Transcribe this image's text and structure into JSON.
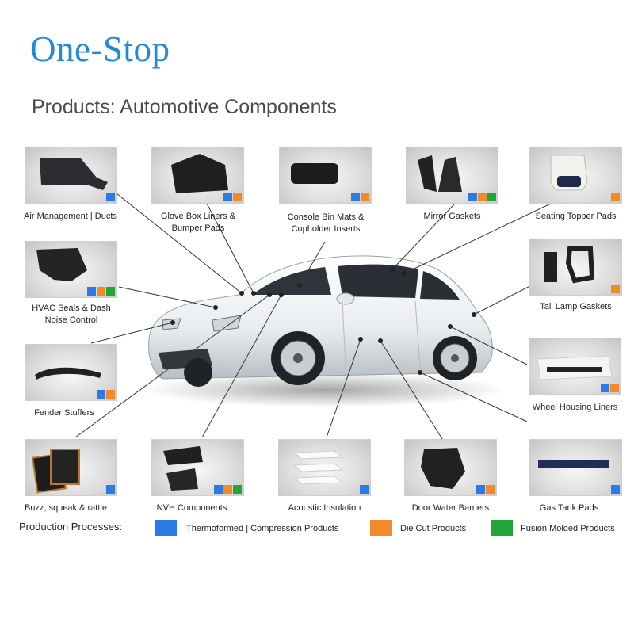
{
  "logo": "One-Stop",
  "heading": "Products: Automotive Components",
  "colors": {
    "thermoformed": "#2b7ae6",
    "die_cut": "#f28a25",
    "fusion": "#22a63a"
  },
  "products": [
    {
      "id": "air",
      "label": "Air Management | Ducts",
      "processes": [
        "thermoformed"
      ]
    },
    {
      "id": "glove",
      "label": "Glove Box Liners & Bumper Pads",
      "processes": [
        "thermoformed",
        "die_cut"
      ]
    },
    {
      "id": "console",
      "label": "Console Bin Mats & Cupholder Inserts",
      "processes": [
        "thermoformed",
        "die_cut"
      ]
    },
    {
      "id": "mirror",
      "label": "Mirror Gaskets",
      "processes": [
        "thermoformed",
        "die_cut",
        "fusion"
      ]
    },
    {
      "id": "seating",
      "label": "Seating Topper Pads",
      "processes": [
        "die_cut"
      ]
    },
    {
      "id": "hvac",
      "label": "HVAC Seals & Dash Noise Control",
      "processes": [
        "thermoformed",
        "die_cut",
        "fusion"
      ]
    },
    {
      "id": "taillamp",
      "label": "Tail Lamp Gaskets",
      "processes": [
        "die_cut"
      ]
    },
    {
      "id": "fender",
      "label": "Fender Stuffers",
      "processes": [
        "thermoformed",
        "die_cut"
      ]
    },
    {
      "id": "wheel",
      "label": "Wheel Housing Liners",
      "processes": [
        "thermoformed",
        "die_cut"
      ]
    },
    {
      "id": "buzz",
      "label": "Buzz, squeak & rattle",
      "processes": [
        "thermoformed"
      ]
    },
    {
      "id": "nvh",
      "label": "NVH Components",
      "processes": [
        "thermoformed",
        "die_cut",
        "fusion"
      ]
    },
    {
      "id": "acoustic",
      "label": "Acoustic Insulation",
      "processes": [
        "thermoformed"
      ]
    },
    {
      "id": "door",
      "label": "Door Water Barriers",
      "processes": [
        "thermoformed",
        "die_cut"
      ]
    },
    {
      "id": "gastank",
      "label": "Gas Tank Pads",
      "processes": [
        "thermoformed"
      ]
    }
  ],
  "legend": {
    "title": "Production Processes:",
    "items": [
      {
        "key": "thermoformed",
        "label": "Thermoformed | Compression Products"
      },
      {
        "key": "die_cut",
        "label": "Die Cut Products"
      },
      {
        "key": "fusion",
        "label": "Fusion Molded Products"
      }
    ]
  }
}
